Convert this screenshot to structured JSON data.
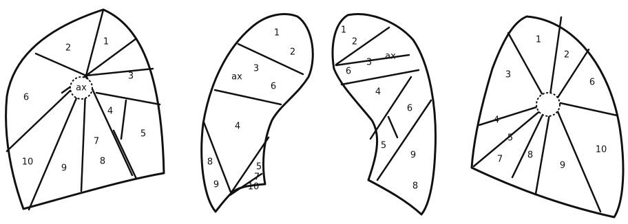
{
  "panels": [
    {
      "labels": [
        "2",
        "1",
        "ax",
        "3",
        "6",
        "4",
        "5",
        "10",
        "9",
        "7",
        "8"
      ]
    },
    {
      "labels": [
        "1",
        "2",
        "ax",
        "3",
        "6",
        "4",
        "5",
        "7",
        "10",
        "8",
        "9"
      ]
    },
    {
      "labels": [
        "1",
        "2",
        "6",
        "3",
        "ax",
        "4",
        "6",
        "5",
        "9",
        "8"
      ]
    },
    {
      "labels": [
        "1",
        "2",
        "3",
        "6",
        "4",
        "5",
        "7",
        "8",
        "9",
        "10"
      ]
    }
  ]
}
